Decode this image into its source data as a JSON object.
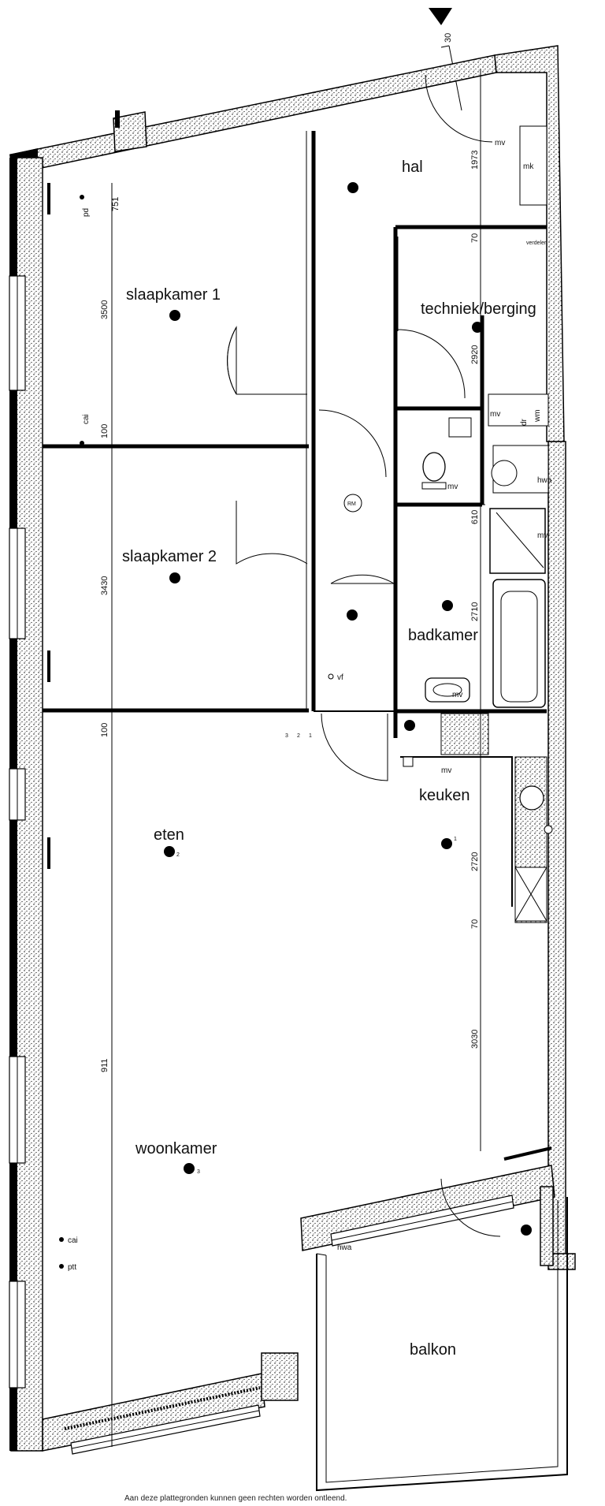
{
  "north": {
    "value": "30"
  },
  "rooms": {
    "hal": "hal",
    "slaapkamer1": "slaapkamer 1",
    "slaapkamer2": "slaapkamer 2",
    "techniek": "techniek/berging",
    "badkamer": "badkamer",
    "keuken": "keuken",
    "eten": "eten",
    "woonkamer": "woonkamer",
    "balkon": "balkon"
  },
  "dimensions": {
    "d751": "751",
    "d3500": "3500",
    "d100a": "100",
    "d3430": "3430",
    "d100b": "100",
    "d911": "911",
    "d1973": "1973",
    "d70a": "70",
    "d2920": "2920",
    "d610": "610",
    "d2710": "2710",
    "d2720": "2720",
    "d70b": "70",
    "d3030": "3030"
  },
  "labels": {
    "mv1": "mv",
    "mk": "mk",
    "verdeler": "verdeler",
    "wm": "wm",
    "dr": "dr",
    "mv2": "mv",
    "mv3": "mv",
    "hwa1": "hwa",
    "mv4": "mv",
    "mv5": "mv",
    "mv6": "mv",
    "vf": "vf",
    "cai1": "cai",
    "rm": "RM",
    "cai2": "cai",
    "ptt": "ptt",
    "hwa2": "hwa",
    "pd": "pd",
    "n1": "1",
    "n2": "2",
    "n3": "3",
    "sw3": "3",
    "sw2": "2",
    "sw1": "1"
  },
  "footer": "Aan deze plattegronden kunnen geen rechten worden ontleend."
}
